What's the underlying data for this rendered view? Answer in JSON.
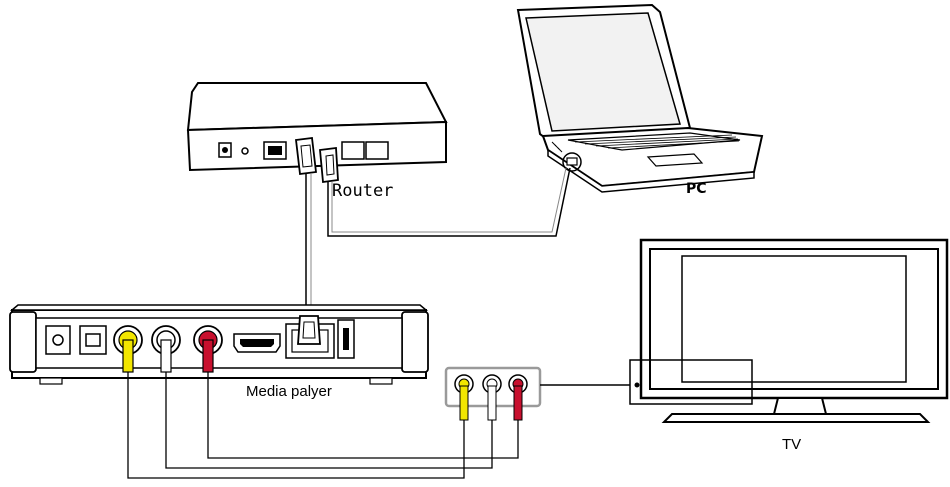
{
  "labels": {
    "router": "Router",
    "pc": "PC",
    "media_player": "Media palyer",
    "tv": "TV"
  },
  "colors": {
    "line": "#000000",
    "body_fill": "#ffffff",
    "screen_fill": "#f2f2f2",
    "cable": "#888888",
    "rca_yellow": "#f2e600",
    "rca_white": "#ffffff",
    "rca_red": "#c8102e",
    "jack_box": "#9a9a9a"
  },
  "icons": {
    "router": "router-icon",
    "laptop": "laptop-icon",
    "media_player": "media-player-icon",
    "tv": "tv-icon",
    "rca_connector": "rca-plug-icon",
    "ethernet_plug": "ethernet-plug-icon"
  }
}
